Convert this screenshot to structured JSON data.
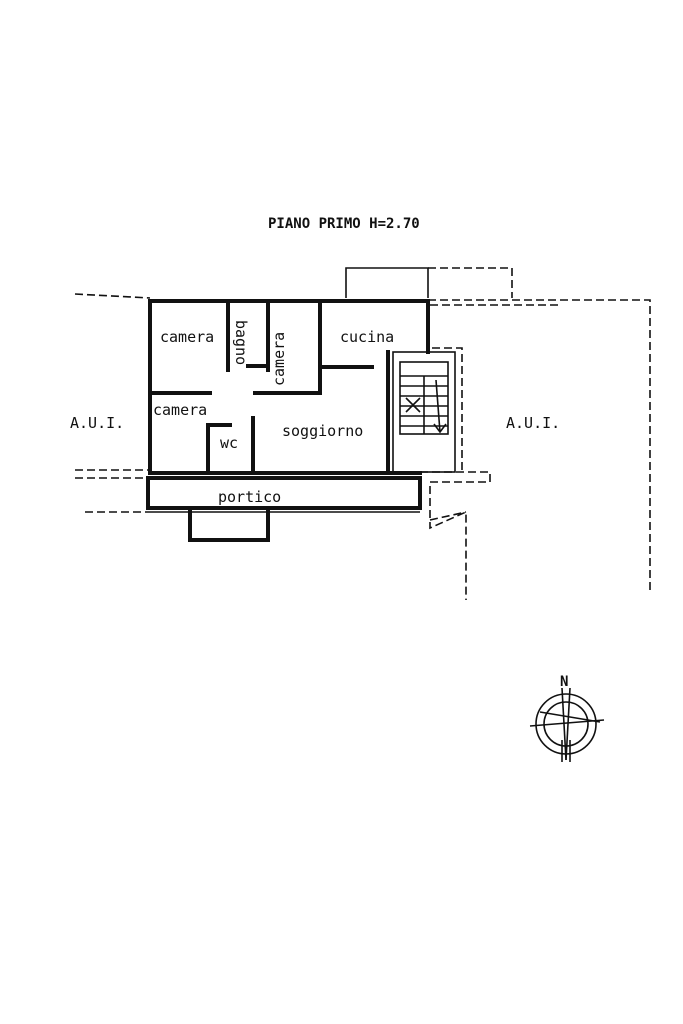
{
  "title": "PIANO PRIMO H=2.70",
  "rooms": {
    "camera_nw": "camera",
    "bagno": "bagno",
    "camera_mid": "camera",
    "cucina": "cucina",
    "camera_sw": "camera",
    "wc": "wc",
    "soggiorno": "soggiorno",
    "portico": "portico"
  },
  "aui_left": "A.U.I.",
  "aui_right": "A.U.I.",
  "north_label": "N"
}
